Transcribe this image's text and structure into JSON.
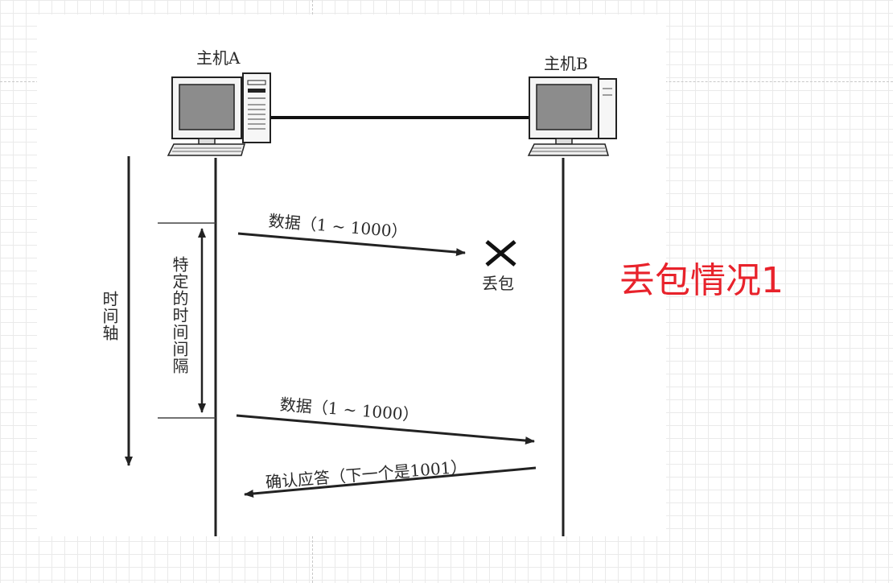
{
  "hosts": {
    "a": {
      "label": "主机A"
    },
    "b": {
      "label": "主机B"
    }
  },
  "timeline": {
    "time_axis_label": "时间轴",
    "interval_label": "特定的时间间隔"
  },
  "messages": [
    {
      "text": "数据（1 ~ 1000）",
      "direction": "A→B",
      "lost": true
    },
    {
      "text": "数据（1 ~ 1000）",
      "direction": "A→B",
      "lost": false
    },
    {
      "text": "确认应答（下一个是1001）",
      "direction": "B→A",
      "lost": false
    }
  ],
  "loss": {
    "label": "丢包",
    "icon": "x-mark-icon"
  },
  "case_title": "丢包情况1",
  "colors": {
    "title": "#e8222b",
    "ink": "#222222",
    "grid": "#eaeaea"
  }
}
